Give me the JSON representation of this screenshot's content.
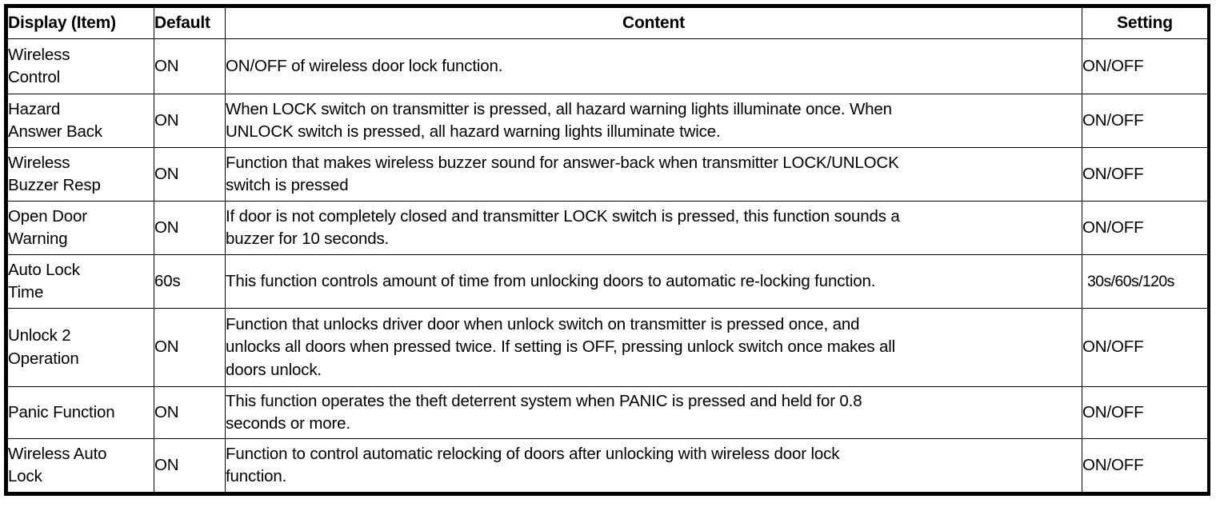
{
  "table": {
    "headers": {
      "item": "Display (Item)",
      "default": "Default",
      "content": "Content",
      "setting": "Setting"
    },
    "rows": [
      {
        "item_line1": "Wireless",
        "item_line2": "Control",
        "default": "ON",
        "content_line1": "ON/OFF of wireless door lock function.",
        "content_line2": "",
        "content_line3": "",
        "setting": "ON/OFF"
      },
      {
        "item_line1": "Hazard",
        "item_line2": "Answer Back",
        "default": "ON",
        "content_line1": "When LOCK switch on transmitter is pressed, all hazard warning lights illuminate once. When",
        "content_line2": "UNLOCK switch is pressed, all hazard warning lights illuminate twice.",
        "content_line3": "",
        "setting": "ON/OFF"
      },
      {
        "item_line1": "Wireless",
        "item_line2": "Buzzer Resp",
        "default": "ON",
        "content_line1": "Function that makes wireless buzzer sound for answer-back when transmitter LOCK/UNLOCK",
        "content_line2": "switch is pressed",
        "content_line3": "",
        "setting": "ON/OFF"
      },
      {
        "item_line1": "Open Door",
        "item_line2": "Warning",
        "default": "ON",
        "content_line1": "If door is not completely closed and transmitter LOCK switch is pressed, this function sounds a",
        "content_line2": "buzzer for 10 seconds.",
        "content_line3": "",
        "setting": "ON/OFF"
      },
      {
        "item_line1": "Auto Lock",
        "item_line2": "Time",
        "default": "60s",
        "content_line1": "This function controls amount of time from unlocking doors to automatic re-locking function.",
        "content_line2": "",
        "content_line3": "",
        "setting": "30s/60s/120s"
      },
      {
        "item_line1": "Unlock 2",
        "item_line2": "Operation",
        "default": "ON",
        "content_line1": "Function that unlocks driver door when unlock switch on transmitter is pressed once, and",
        "content_line2": "unlocks all doors when pressed twice. If setting is OFF, pressing unlock switch once makes all",
        "content_line3": "doors unlock.",
        "setting": "ON/OFF"
      },
      {
        "item_line1": "Panic Function",
        "item_line2": "",
        "default": "ON",
        "content_line1": "This function operates the theft deterrent system when PANIC is pressed and held for 0.8",
        "content_line2": "seconds or more.",
        "content_line3": "",
        "setting": "ON/OFF"
      },
      {
        "item_line1": "Wireless Auto",
        "item_line2": "Lock",
        "default": "ON",
        "content_line1": "Function to control automatic relocking of doors after unlocking with wireless door lock",
        "content_line2": "function.",
        "content_line3": "",
        "setting": "ON/OFF"
      }
    ]
  }
}
